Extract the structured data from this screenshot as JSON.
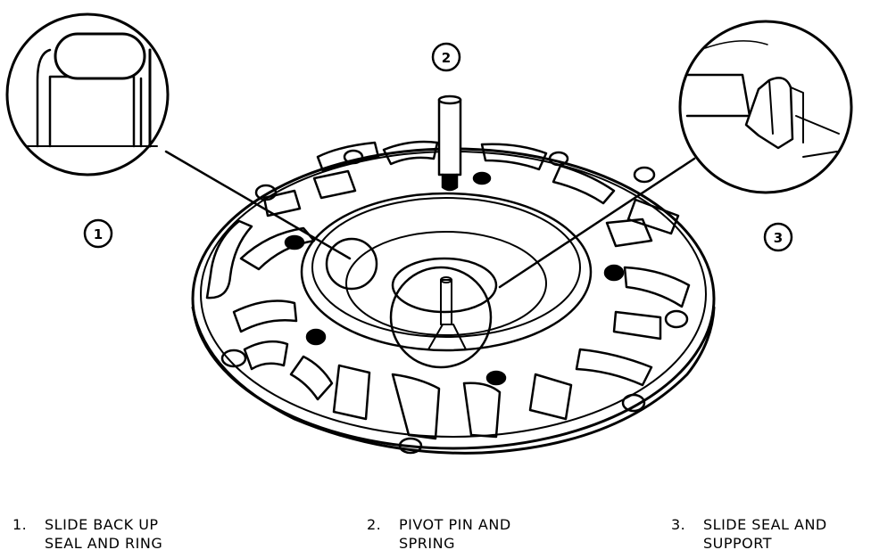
{
  "callouts": [
    {
      "id": "1",
      "label": "1"
    },
    {
      "id": "2",
      "label": "2"
    },
    {
      "id": "3",
      "label": "3"
    }
  ],
  "legend": [
    {
      "num": "1.",
      "line1": "SLIDE BACK UP",
      "line2": "SEAL AND RING"
    },
    {
      "num": "2.",
      "line1": "PIVOT PIN AND",
      "line2": "SPRING"
    },
    {
      "num": "3.",
      "line1": "SLIDE SEAL AND",
      "line2": "SUPPORT"
    }
  ],
  "colors": {
    "ink": "#000000",
    "paper": "#ffffff"
  }
}
